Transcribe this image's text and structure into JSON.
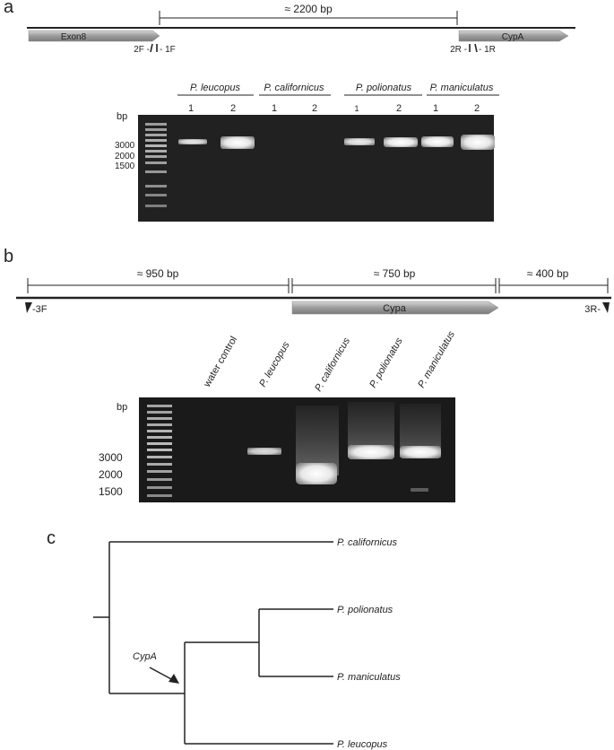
{
  "panel_a": {
    "label": "a",
    "span_label": "≈ 2200 bp",
    "gene_left": "Exon8",
    "gene_right": "CypA",
    "primers_left": "2F -",
    "primers_left_b": "- 1F",
    "primers_right": "2R -",
    "primers_right_b": "- 1R",
    "bp_label": "bp",
    "ladder_ticks": [
      "3000",
      "2000",
      "1500"
    ],
    "species": [
      {
        "name": "P. leucopus",
        "lanes": [
          "1",
          "2"
        ]
      },
      {
        "name": "P. californicus",
        "lanes": [
          "1",
          "2"
        ]
      },
      {
        "name": "P. polionatus",
        "lanes": [
          "1",
          "2"
        ]
      },
      {
        "name": "P. maniculatus",
        "lanes": [
          "1",
          "2"
        ]
      }
    ]
  },
  "panel_b": {
    "label": "b",
    "spans": [
      "≈ 950 bp",
      "≈ 750 bp",
      "≈ 400 bp"
    ],
    "gene": "Cypa",
    "primer_left": "-3F",
    "primer_right": "3R-",
    "bp_label": "bp",
    "ladder_ticks": [
      "3000",
      "2000",
      "1500"
    ],
    "lanes": [
      "water control",
      "P. leucopus",
      "P. californicus",
      "P. polionatus",
      "P. maniculatus"
    ]
  },
  "panel_c": {
    "label": "c",
    "taxa": [
      "P. californicus",
      "P. polionatus",
      "P. maniculatus",
      "P. leucopus"
    ],
    "event_label": "CypA"
  },
  "colors": {
    "gel_bg": "#1b1b1b",
    "band": "#f2f2f2",
    "arrow_gray": "#9a9a9a",
    "line": "#222222"
  }
}
